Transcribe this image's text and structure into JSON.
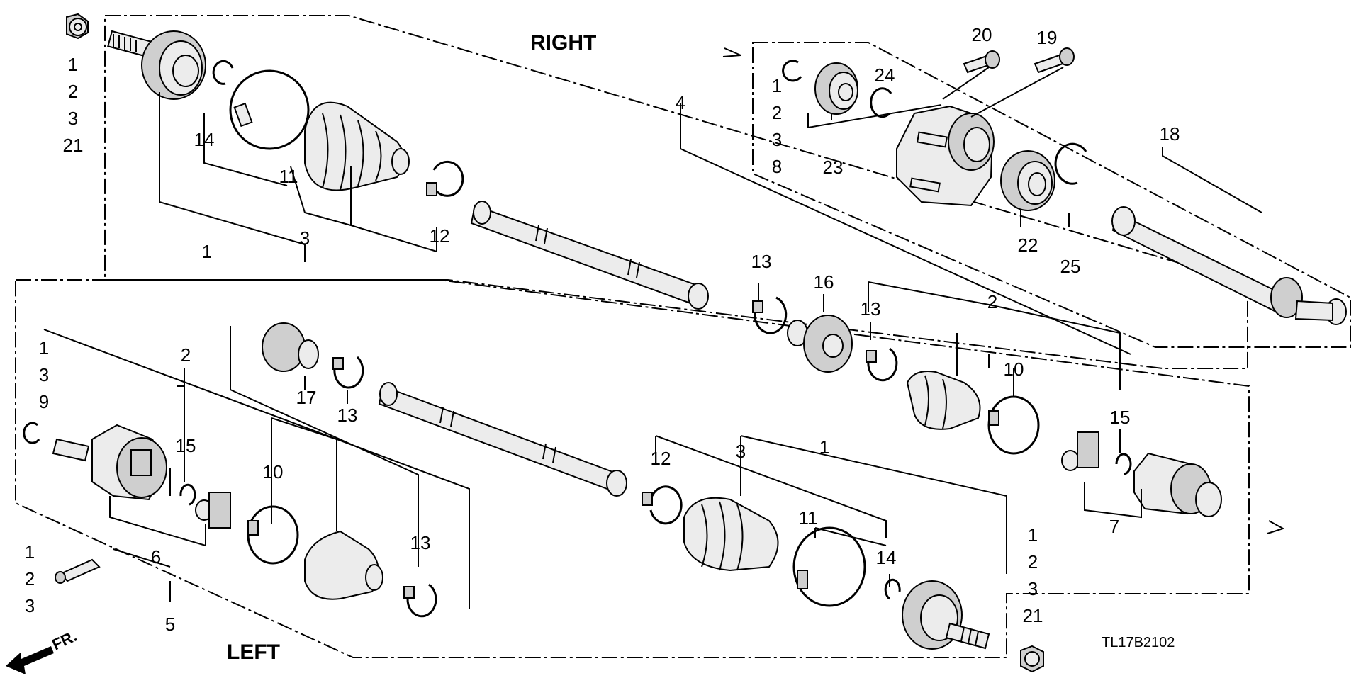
{
  "diagram": {
    "side_labels": {
      "right": "RIGHT",
      "left": "LEFT"
    },
    "direction_label": "FR.",
    "drawing_code": "TL17B2102",
    "callouts": {
      "nut_top_left": [
        "1",
        "2",
        "3",
        "21"
      ],
      "r_1": "1",
      "r_3": "3",
      "r_11": "11",
      "r_12": "12",
      "r_14": "14",
      "r_4": "4",
      "r_clip_group": [
        "1",
        "2",
        "3",
        "8"
      ],
      "r_23": "23",
      "r_24": "24",
      "r_20": "20",
      "r_19": "19",
      "r_18": "18",
      "r_22": "22",
      "r_25": "25",
      "m_13a": "13",
      "m_16": "16",
      "m_13b": "13",
      "m_2": "2",
      "m_10": "10",
      "m_15": "15",
      "m_7": "7",
      "l_clip_group": [
        "1",
        "3",
        "9"
      ],
      "l_2": "2",
      "l_15": "15",
      "l_17": "17",
      "l_13a": "13",
      "l_10": "10",
      "l_13b": "13",
      "l_6": "6",
      "l_5": "5",
      "l_grease": [
        "1",
        "2",
        "3"
      ],
      "l_12": "12",
      "l_3": "3",
      "l_1": "1",
      "l_11": "11",
      "l_14": "14",
      "nut_bottom_right": [
        "1",
        "2",
        "3",
        "21"
      ]
    }
  }
}
